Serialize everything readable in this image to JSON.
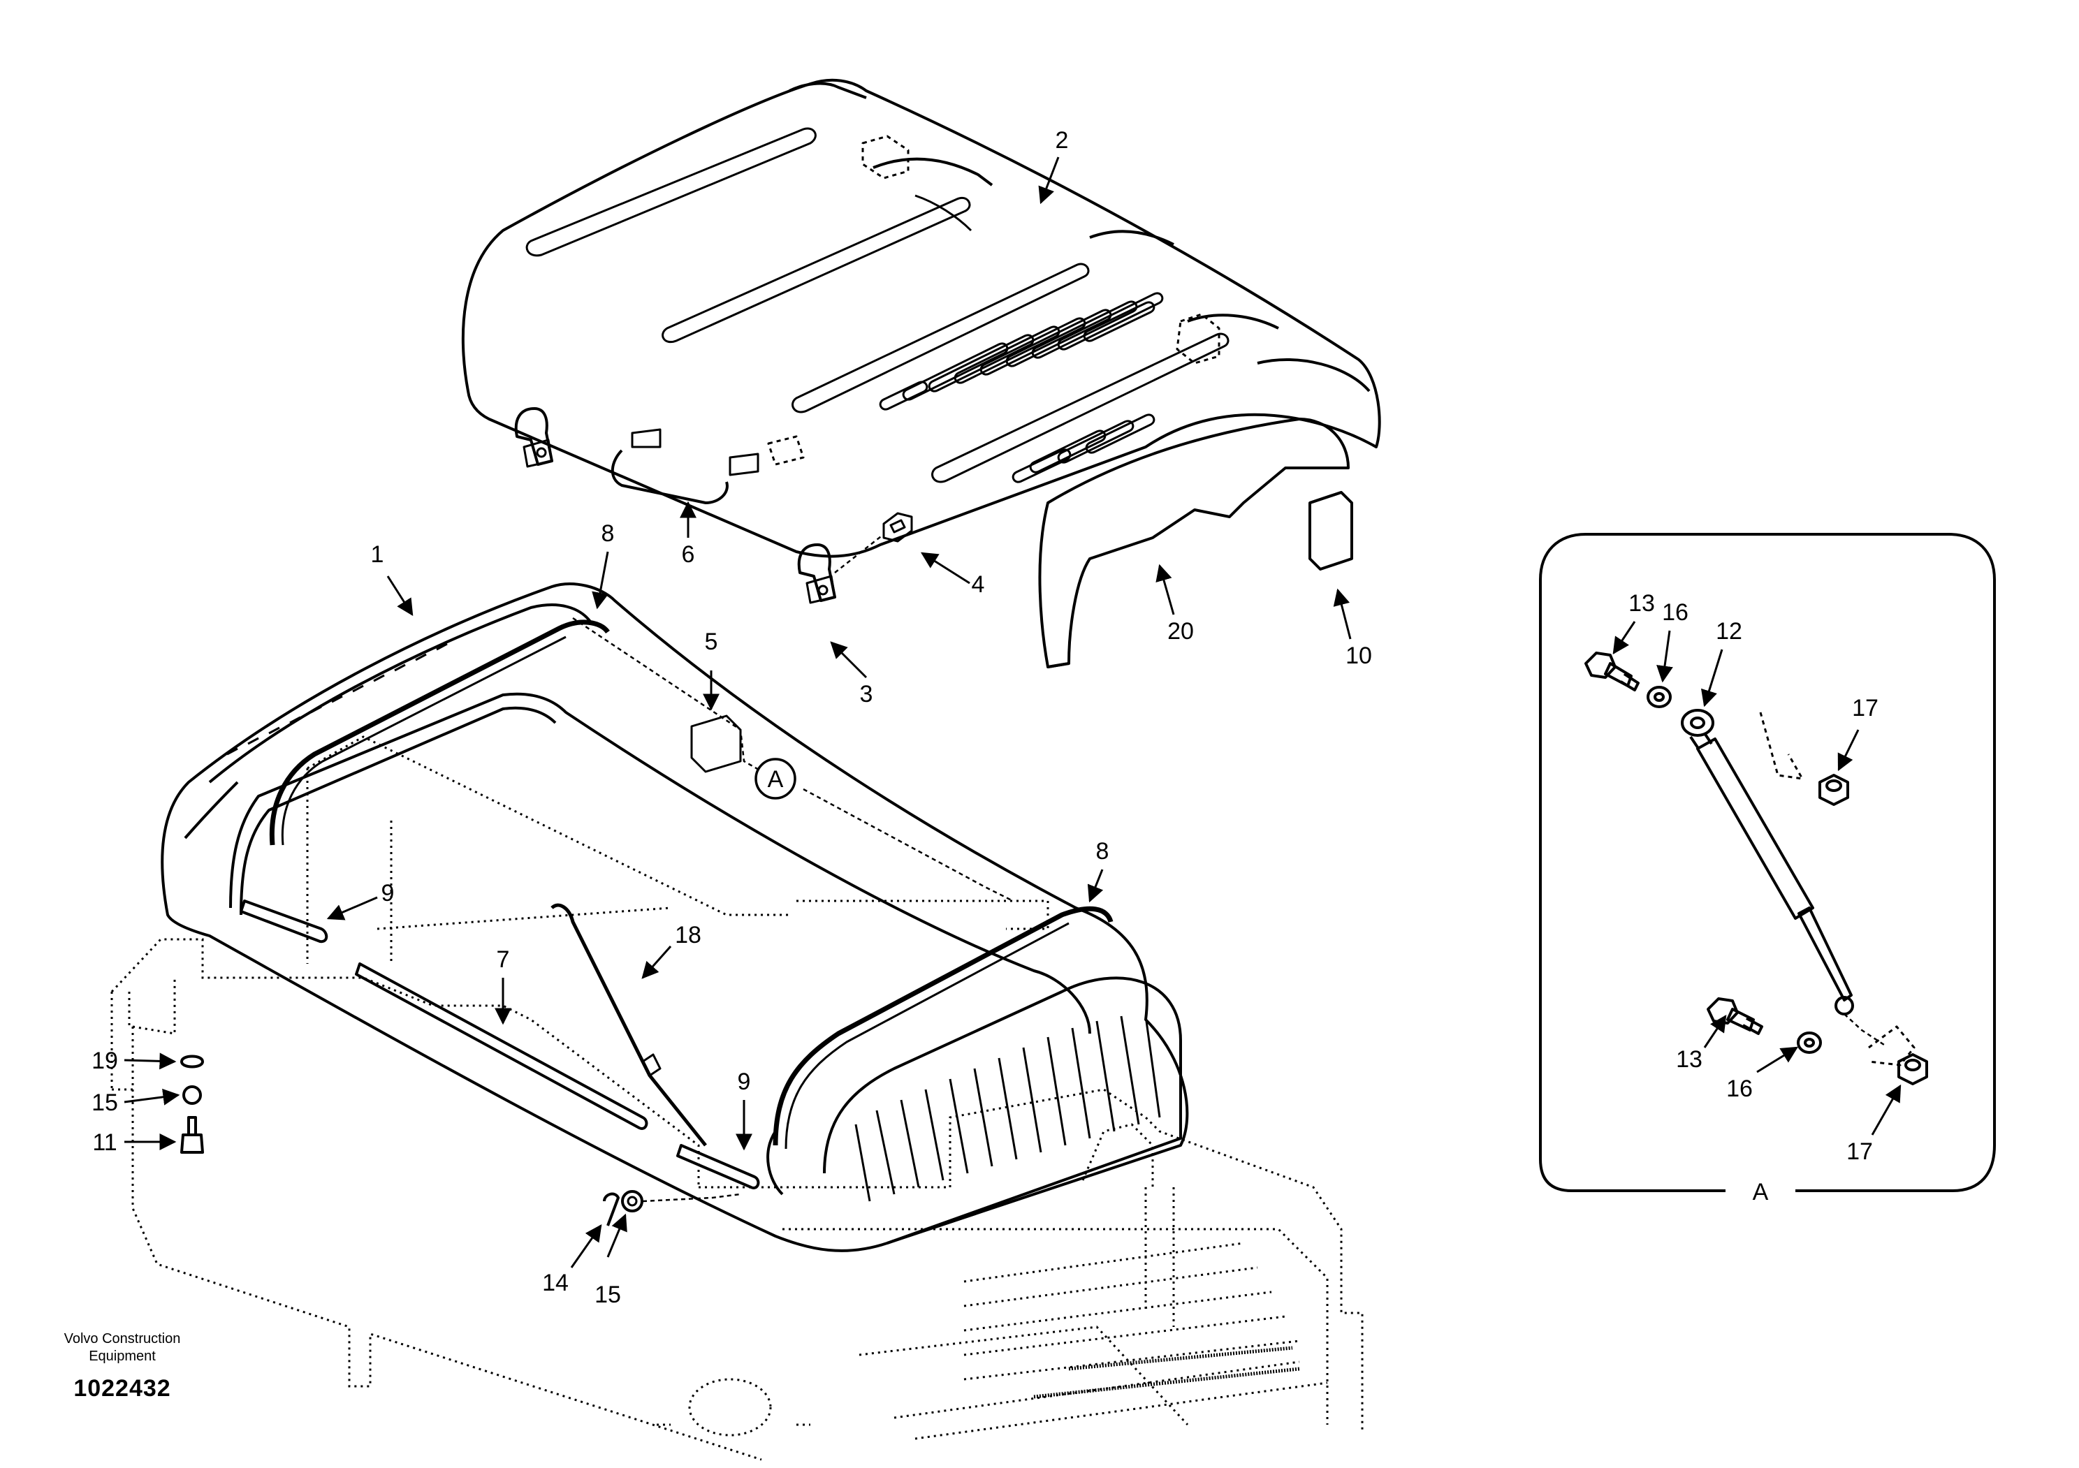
{
  "diagram": {
    "callouts": {
      "c1": "1",
      "c2": "2",
      "c3": "3",
      "c4": "4",
      "c5": "5",
      "c6": "6",
      "c7": "7",
      "c8a": "8",
      "c8b": "8",
      "c9a": "9",
      "c9b": "9",
      "c10": "10",
      "c11": "11",
      "c14": "14",
      "c15a": "15",
      "c15b": "15",
      "c18": "18",
      "c19": "19",
      "c20": "20"
    },
    "view_marker": "A"
  },
  "detail": {
    "label": "A",
    "callouts": {
      "c13a": "13",
      "c13b": "13",
      "c16a": "16",
      "c16b": "16",
      "c12": "12",
      "c17a": "17",
      "c17b": "17"
    }
  },
  "footer": {
    "maker_line1": "Volvo Construction",
    "maker_line2": "Equipment",
    "doc_number": "1022432"
  }
}
